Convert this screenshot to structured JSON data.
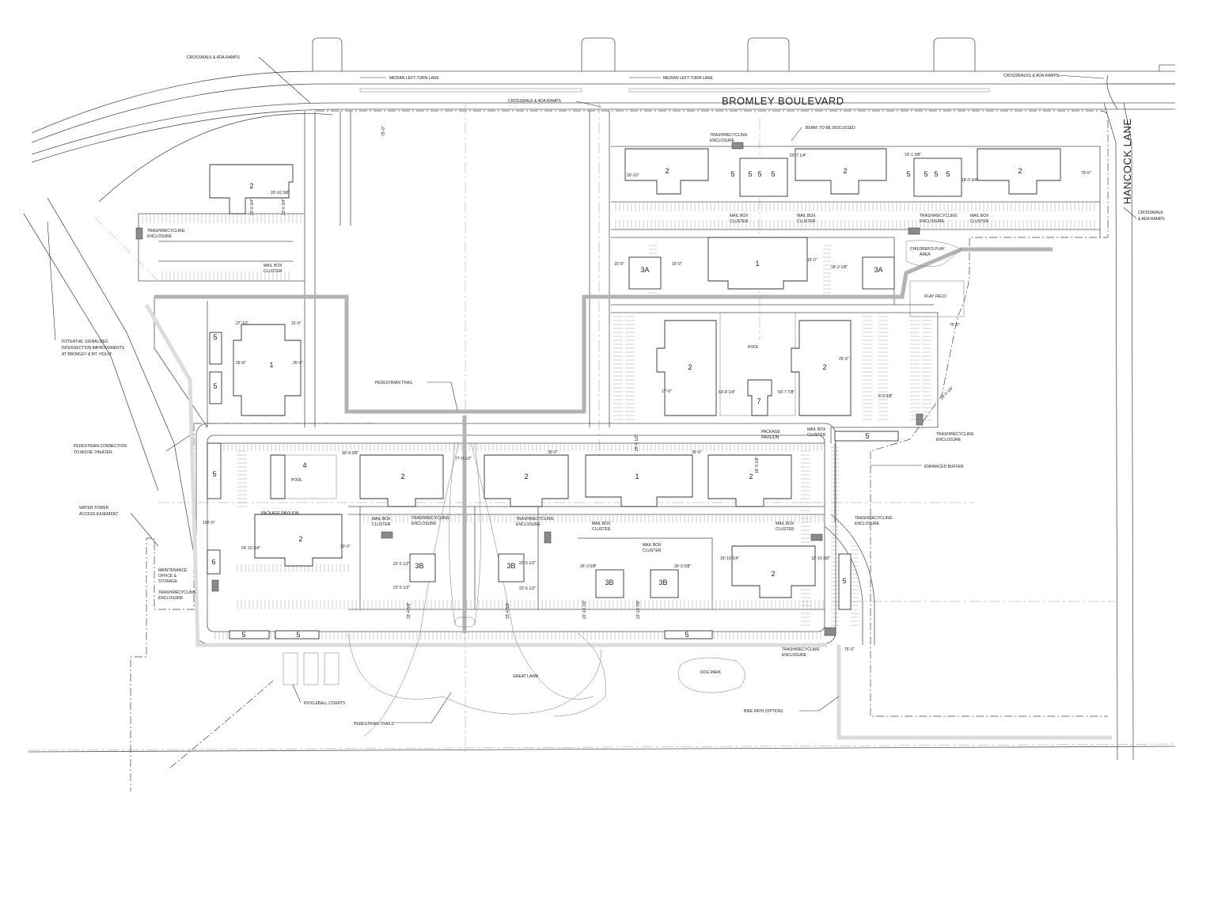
{
  "roads": {
    "boulevard": "BROMLEY BOULEVARD",
    "lane": "HANCOCK LANE"
  },
  "labels": {
    "crosswalk_nw": "CROSSWALK & ADA RAMPS",
    "median_1": "MEDIAN LEFT-TURN LANE",
    "median_2": "MEDIAN LEFT-TURN LANE",
    "crosswalk_mid": "CROSSWALK & ADA RAMPS",
    "crosswalks_ne": "CROSSWALKS & ADA RAMPS",
    "berm": "BERM; TO BE DISCUSSED",
    "crosswalk_e_1": "CROSSWALK",
    "crosswalk_e_2": "& ADA RAMPS",
    "potential_1": "POTENTIAL SIGNALIZED",
    "potential_2": "INTERSECTION IMPROVEMENTS",
    "potential_3": "AT BROMLEY & MT. HOLLY",
    "ped_trail": "PEDESTRIAN TRAIL",
    "ped_conn_1": "PEDESTRIAN CONNECTION",
    "ped_conn_2": "TO MOVIE THEATER",
    "water_1": "WATER TOWER",
    "water_2": "ACCESS EASEMENT",
    "enhanced_buffer": "ENHANCED BUFFER",
    "ped_trails": "PEDESTRIAN TRAILS",
    "bike_path": "BIKE PATH (OPTION)",
    "pickleball": "PICKLEBALL COURTS",
    "great_lawn": "GREAT LAWN",
    "dog_park": "DOG PARK",
    "play_field": "PLAY FIELD",
    "childrens_1": "CHILDREN'S PLAY",
    "childrens_2": "AREA",
    "pool_1": "POOL",
    "pool_2": "POOL",
    "pkg_pav_1": "PACKAGE PAVILION",
    "pkg_pav_2a": "PACKAGE",
    "pkg_pav_2b": "PAVILION",
    "maint_1": "MAINTENANCE",
    "maint_2": "OFFICE &",
    "maint_3": "STORAGE",
    "trash_1a": "TRASH/RECYCLING",
    "trash_1b": "ENCLOSURE",
    "trash_2a": "TRASH/RECYCLING",
    "trash_2b": "ENCLOSURE",
    "trash_3a": "TRASH/RECYCLING",
    "trash_3b": "ENCLOSURE",
    "trash_4a": "TRASH/RECYCLING",
    "trash_4b": "ENCLOSURE",
    "trash_5a": "TRASH/RECYCLING",
    "trash_5b": "ENCLOSURE",
    "trash_6a": "TRASH/RECYCLING",
    "trash_6b": "ENCLOSURE",
    "trash_7a": "TRASH/RECYCLING",
    "trash_7b": "ENCLOSURE",
    "trash_8a": "TRASH/RECYCLING",
    "trash_8b": "ENCLOSURE",
    "trash_9a": "TRASH/RECYCLING",
    "trash_9b": "ENCLOSURE",
    "mail_1a": "MAIL BOX",
    "mail_1b": "CLUSTER",
    "mail_2a": "MAIL BOX",
    "mail_2b": "CLUSTER",
    "mail_3a": "MAIL BOX",
    "mail_3b": "CLUSTER",
    "mail_4a": "MAIL BOX",
    "mail_4b": "CLUSTER",
    "mail_5a": "MAIL BOX",
    "mail_5b": "CLUSTER",
    "mail_6a": "MAIL BOX",
    "mail_6b": "CLUSTER",
    "mail_7a": "MAIL BOX",
    "mail_7b": "CLUSTER",
    "mail_8a": "MAIL BOX",
    "mail_8b": "CLUSTER",
    "mail_9a": "MAIL BOX",
    "mail_9b": "CLUSTER"
  },
  "buildings": {
    "nw": "2",
    "n1": "2",
    "n2": "2",
    "n3": "2",
    "w1": "1",
    "c1": "1",
    "c3a_1": "3A",
    "c3a_2": "3A",
    "e2a": "2",
    "e2b": "2",
    "club7": "7",
    "s4": "4",
    "s2a": "2",
    "s2b": "2",
    "s1": "1",
    "s2c": "2",
    "sw2": "2",
    "s3b_1": "3B",
    "s3b_2": "3B",
    "s3b_3": "3B",
    "s3b_4": "3B",
    "se2": "2",
    "g6": "6"
  },
  "garages": {
    "g1": "5",
    "g2": "5",
    "g3": "5",
    "g4": "5",
    "g5": "5",
    "g6": "5",
    "g7": "5",
    "g8": "5",
    "g9": "5",
    "g10": "5",
    "g11": "5",
    "g12": "5",
    "g13": "5",
    "g14": "5",
    "g15": "5",
    "g16": "5"
  },
  "dims": {
    "d1": "75'-0\"",
    "d2": "20'-10 3/8\"",
    "d3": "22'-0 3/4\"",
    "d4": "22'-0 3/4\"",
    "d5": "20'-10\"",
    "d6": "20'-7 1/4\"",
    "d7": "19'-1 3/8\"",
    "d8": "18'-0 3/4\"",
    "d9": "75'-0\"",
    "d10": "15'-0\"",
    "d11": "15'-0\"",
    "d12": "15'-0\"",
    "d13": "18'-2 1/8\"",
    "d14": "27'-10\"",
    "d15": "31'-6\"",
    "d16": "25'-8\"",
    "d17": "25'-0\"",
    "d18": "25'-0\"",
    "d19": "17'-0\"",
    "d20": "60'-8 1/4\"",
    "d21": "60'-7 7/8\"",
    "d22": "75'-0\"",
    "d23": "30'-4 3/8\"",
    "d24": "77'-0 1/2\"",
    "d25": "35'-0\"",
    "d26": "36'-0\"",
    "d27": "100'-0\"",
    "d28": "24'-10 3/4\"",
    "d29": "30'-0\"",
    "d30": "22'-5 1/2\"",
    "d31": "22'-5 1/2\"",
    "d32": "26'-3 5/8\"",
    "d33": "22'-5 1/2\"",
    "d34": "22'-5 1/2\"",
    "d35": "26'-3 5/8\"",
    "d36": "19'-10 1/4\"",
    "d37": "19'-10 3/8\"",
    "d38": "75'-0\"",
    "d39": "22'-10 7/8\"",
    "d40": "22'-10 7/8\"",
    "d41": "33'-4 5/8\"",
    "d42": "33'-4 5/8\"",
    "d43": "6'-3 3/8\"",
    "d44": "29'-0 1/4\"",
    "d45": "18'-4 1/8\"",
    "d46": "25'-4 1/2\""
  }
}
